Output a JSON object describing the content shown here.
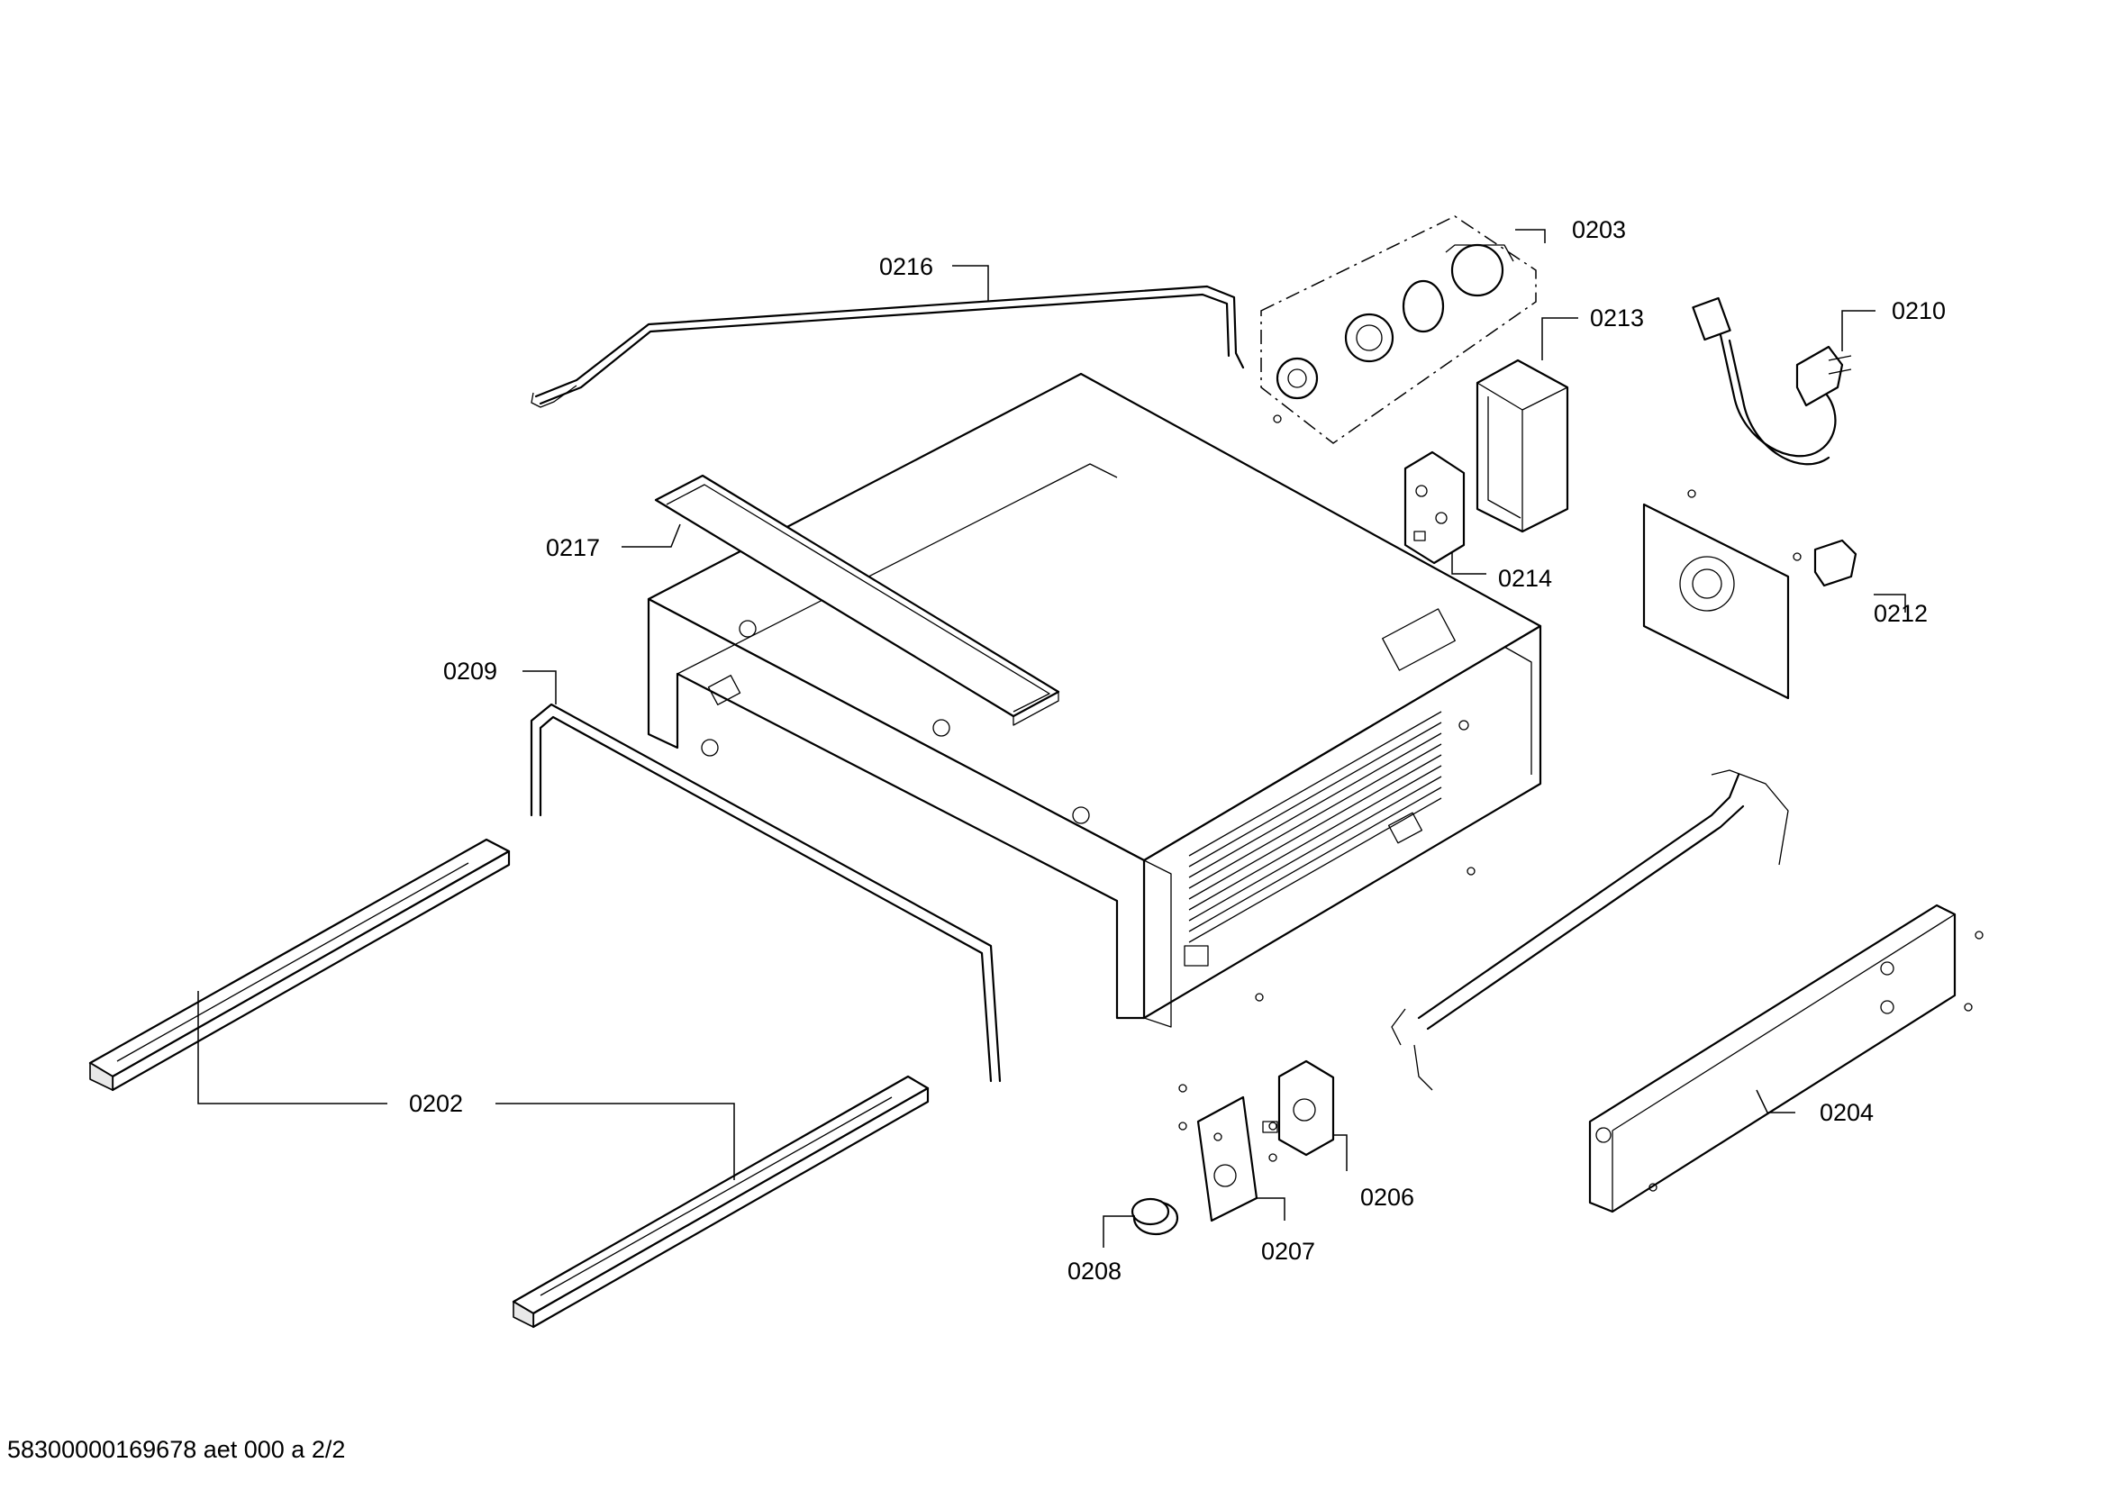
{
  "labels": {
    "p0202": "0202",
    "p0203": "0203",
    "p0204": "0204",
    "p0206": "0206",
    "p0207": "0207",
    "p0208": "0208",
    "p0209": "0209",
    "p0210": "0210",
    "p0212": "0212",
    "p0213": "0213",
    "p0214": "0214",
    "p0216": "0216",
    "p0217": "0217"
  },
  "footer": "58300000169678 aet 000 a 2/2"
}
